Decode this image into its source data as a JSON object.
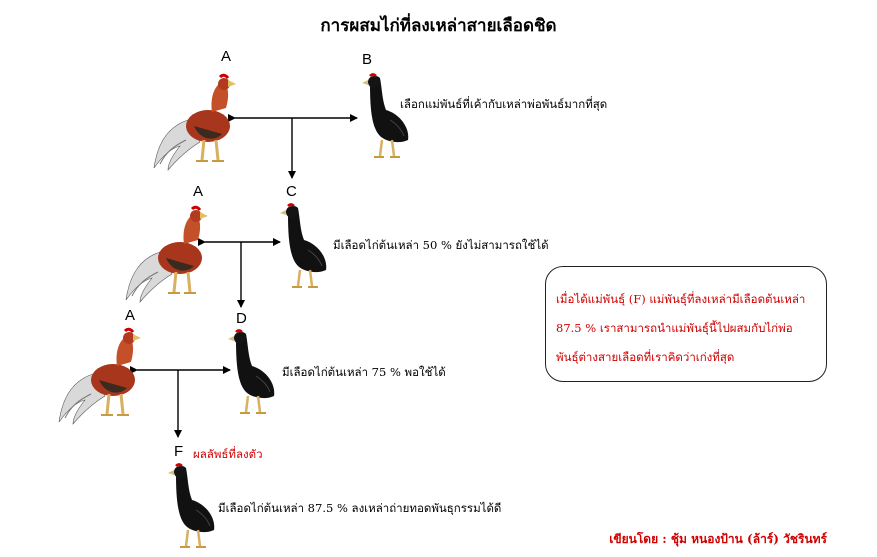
{
  "title": "การผสมไก่ที่ลงเหล่าสายเลือดชิด",
  "labels": {
    "a1": "A",
    "b": "B",
    "a2": "A",
    "c": "C",
    "a3": "A",
    "d": "D",
    "f": "F"
  },
  "descriptions": {
    "b": "เลือกแม่พันธ์ที่เค้ากับเหล่าพ่อพันธ์มากที่สุด",
    "c": "มีเลือดไก่ต้นเหล่า 50 % ยังไม่สามารถใช้ได้",
    "d": "มีเลือดไก่ต้นเหล่า 75 % พอใช้ได้",
    "f_result": "ผลลัพธ์ที่ลงตัว",
    "f": "มีเลือดไก่ต้นเหล่า 87.5 % ลงเหล่าถ่ายทอดพันธุกรรมได้ดี"
  },
  "note": {
    "line1": "เมื่อได้แม่พันธุ์ (F) แม่พันธุ์ที่ลงเหล่ามีเลือดต้นเหล่า",
    "line2": "87.5 % เราสามารถนำแม่พันธุ์นี้ไปผสมกับไก่พ่อ",
    "line3": "พันธุ์ต่างสายเลือดที่เราคิดว่าเก่งที่สุด"
  },
  "author": "เขียนโดย : ชุ้ม หนองป้าน (ล้าร์) วัชรินทร์",
  "colors": {
    "accent_red": "#d00000",
    "rooster_body": "#a8361c",
    "hen_body": "#111111"
  }
}
